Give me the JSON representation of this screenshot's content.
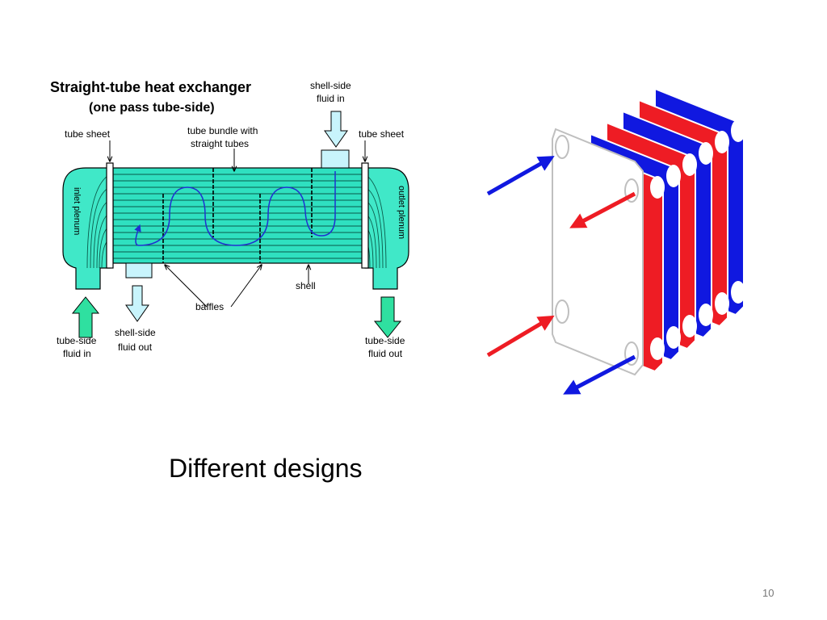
{
  "shell_tube": {
    "title": "Straight-tube heat exchanger",
    "subtitle": "(one pass tube-side)",
    "labels": {
      "tube_sheet_left": "tube sheet",
      "tube_bundle_1": "tube bundle with",
      "tube_bundle_2": "straight tubes",
      "shell_side_in_1": "shell-side",
      "shell_side_in_2": "fluid in",
      "tube_sheet_right": "tube sheet",
      "inlet_plenum": "inlet plenum",
      "outlet_plenum": "outlet plenum",
      "shell": "shell",
      "baffles": "baffles",
      "tube_side_in_1": "tube-side",
      "tube_side_in_2": "fluid in",
      "shell_side_out_1": "shell-side",
      "shell_side_out_2": "fluid out",
      "tube_side_out_1": "tube-side",
      "tube_side_out_2": "fluid out"
    },
    "colors": {
      "body": "#2fe0c0",
      "plenum": "#40e8c8",
      "arrow_fill": "#2fe0a0",
      "shell_nozzle": "#c8f4fc",
      "flow": "#2030d0"
    }
  },
  "plate_hx": {
    "colors": {
      "hot": "#ee1c24",
      "cold": "#1018e0",
      "frame": "#bfbfbf"
    }
  },
  "caption": "Different designs",
  "page_number": "10"
}
